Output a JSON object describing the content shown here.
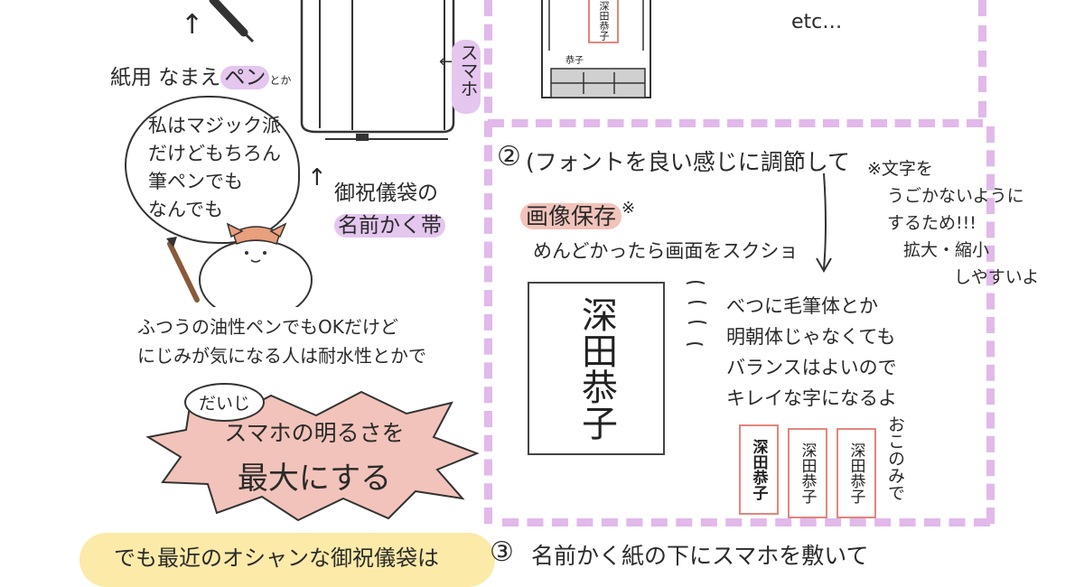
{
  "left": {
    "pen_label_prefix": "紙用 なまえ",
    "pen_label_highlight": "ペン",
    "pen_label_suffix": "とか",
    "phone_label": "スマホ",
    "bubble_lines": [
      "私はマジック派",
      "だけどもちろん",
      "筆ペンでも",
      "なんでも"
    ],
    "obi_line1": "御祝儀袋の",
    "obi_line2": "名前かく帯",
    "oil_pen_line1": "ふつうの油性ペンでもOKだけど",
    "oil_pen_line2": "にじみが気になる人は耐水性とかで",
    "important_badge": "だいじ",
    "brightness_line1": "スマホの明るさを",
    "brightness_line2": "最大にする",
    "bottom_note": "でも最近のオシャンな御祝儀袋は"
  },
  "top_right": {
    "etc": "etc…",
    "preview_name_small": "恭子",
    "preview_name_tag": "深田恭子"
  },
  "step2": {
    "number": "②",
    "heading": "(フォントを良い感じに調節して",
    "save_label": "画像保存",
    "save_mark": "※",
    "screenshot_note": "めんどかったら画面をスクショ",
    "footnote_lines": [
      "※文字を",
      "うごかないように",
      "するため!!!",
      "拡大・縮小",
      "しやすいよ"
    ],
    "sample_name": "深田恭子",
    "balance_lines": [
      "べつに毛筆体とか",
      "明朝体じゃなくても",
      "バランスはよいので",
      "キレイな字になるよ"
    ],
    "preference_note": "おこのみで",
    "tags": [
      "深田恭子",
      "深田恭子",
      "深田恭子"
    ]
  },
  "step3": {
    "number": "③",
    "text": "名前かく紙の下にスマホを敷いて"
  },
  "colors": {
    "dash": "#e1b9ea",
    "highlight_purple": "#e4c6ef",
    "highlight_pink": "#f2c3ba",
    "burst_fill": "#f2c3ba",
    "tag_border": "#e2867d",
    "yellow_note": "#fbeaa8"
  }
}
